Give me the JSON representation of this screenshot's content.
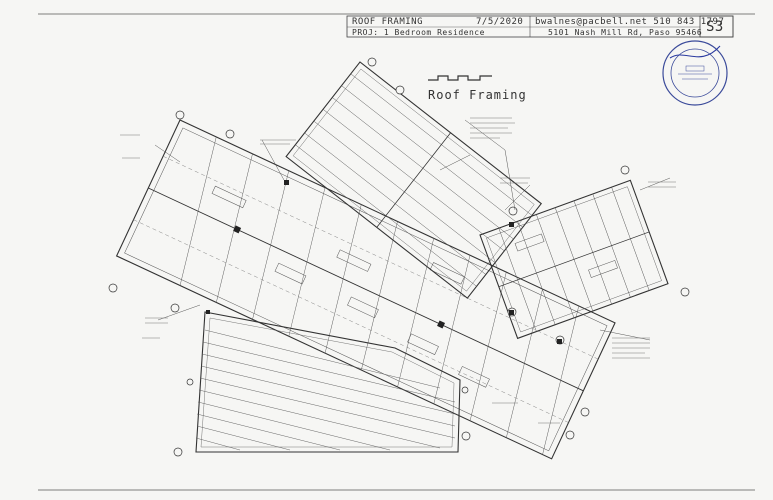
{
  "title_block": {
    "sheet_title": "ROOF FRAMING",
    "project": "PROJ: 1 Bedroom Residence",
    "date": "7/5/2020",
    "contact": "bwalnes@pacbell.net 510 843 1797",
    "address": "5101 Nash Mill Rd, Paso 95466",
    "sheet_number": "S3"
  },
  "drawing": {
    "heading": "Roof Framing"
  },
  "colors": {
    "ink": "#333333",
    "paper": "#f6f6f4",
    "seal_ink": "#3a4a9a",
    "signature_ink": "#2a3aa0"
  }
}
